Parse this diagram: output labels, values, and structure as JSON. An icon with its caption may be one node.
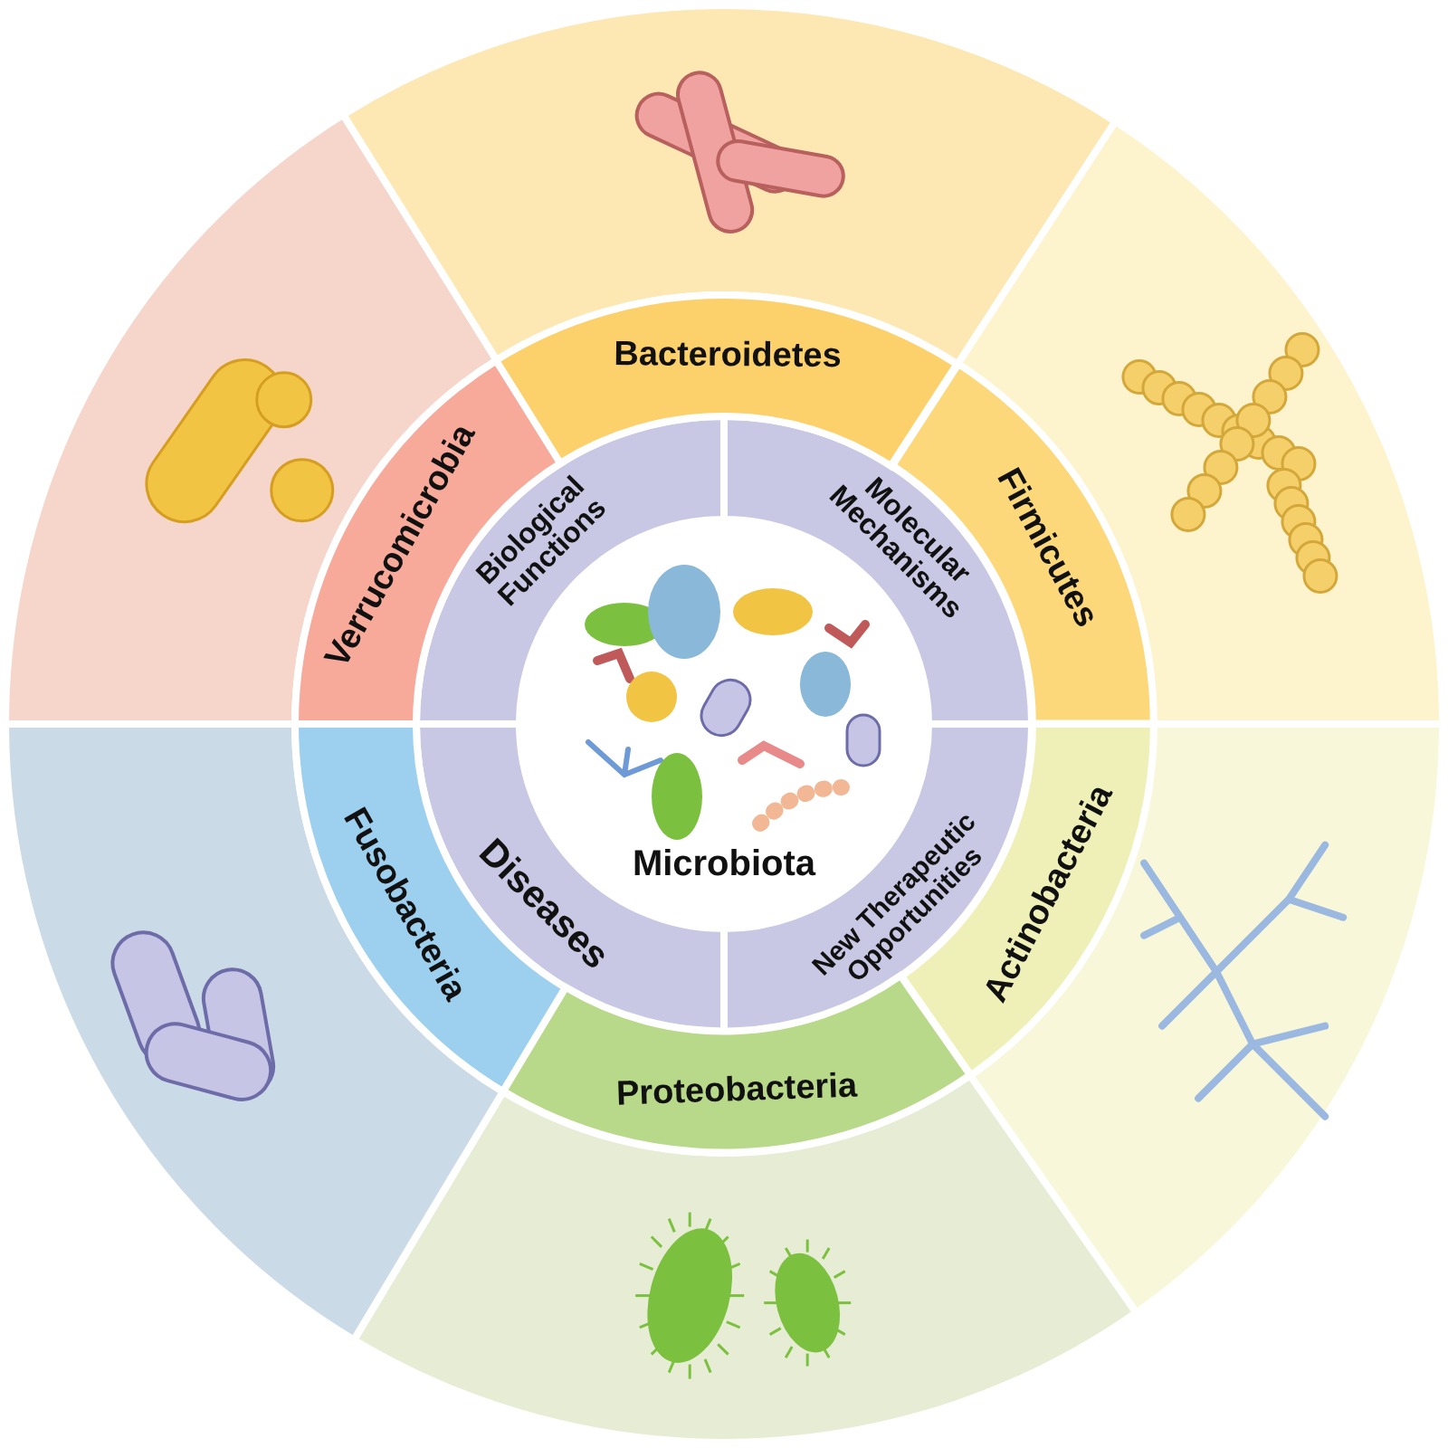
{
  "diagram": {
    "nodes": [
      {
        "text": [
          "Microbiota"
        ]
      },
      {
        "text": [
          "Biological Functions"
        ]
      },
      {
        "text": [
          "Molecular Mechanisms"
        ]
      },
      {
        "text": [
          "Diseases"
        ]
      },
      {
        "text": [
          "New Therapeutic Opportunities"
        ]
      },
      {
        "text": [
          "Verrucomicrobia"
        ]
      },
      {
        "text": [
          "Bacteroidetes"
        ]
      },
      {
        "text": [
          "Firmicutes"
        ]
      },
      {
        "text": [
          "Fusobacteria"
        ]
      },
      {
        "text": [
          "Actinobacteria"
        ]
      },
      {
        "text": [
          "Proteobacteria"
        ]
      }
    ]
  }
}
